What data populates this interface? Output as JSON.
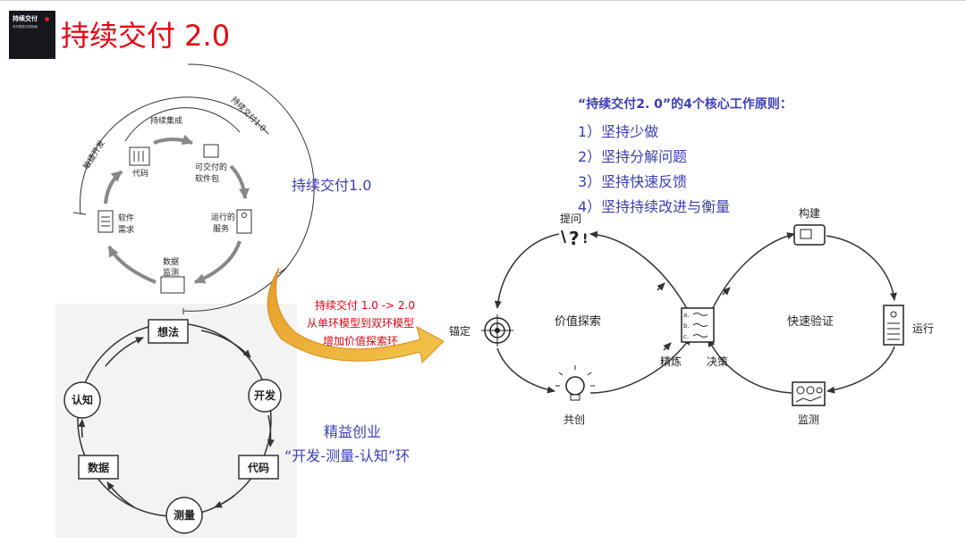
{
  "title": "持续交付 2.0",
  "book": {
    "title": "持续交付",
    "subtitle": "双环模型实践指南"
  },
  "cd1": {
    "caption": "持续交付1.0",
    "arc_outer": "持续交付1.0",
    "arc_ci": "持续集成",
    "arc_agile": "敏捷开发",
    "nodes": {
      "code": "代码",
      "pkg1": "可交付的",
      "pkg2": "软件包",
      "run1": "运行的",
      "run2": "服务",
      "mon1": "数据",
      "mon2": "监测",
      "req1": "软件",
      "req2": "需求"
    }
  },
  "transition": {
    "line1": "持续交付 1.0 -> 2.0",
    "line2": "从单环模型到双环模型",
    "line3": "增加价值探索环"
  },
  "lean": {
    "caption1": "精益创业",
    "caption2": "“开发-测量-认知”环",
    "nodes": {
      "idea": "想法",
      "dev": "开发",
      "code": "代码",
      "measure": "测量",
      "data": "数据",
      "learn": "认知"
    }
  },
  "principles": {
    "heading": "“持续交付2. 0”的4个核心工作原则：",
    "items": [
      "1）坚持少做",
      "2）坚持分解问题",
      "3）坚持快速反馈",
      "4）坚持持续改进与衡量"
    ]
  },
  "cd2": {
    "left_loop": "价值探索",
    "right_loop": "快速验证",
    "ask": "提问",
    "anchor": "锚定",
    "cocreate": "共创",
    "refine": "精炼",
    "decide": "决策",
    "build": "构建",
    "run": "运行",
    "monitor": "监测",
    "doc_lines": [
      "a.",
      "b.",
      "c."
    ]
  }
}
